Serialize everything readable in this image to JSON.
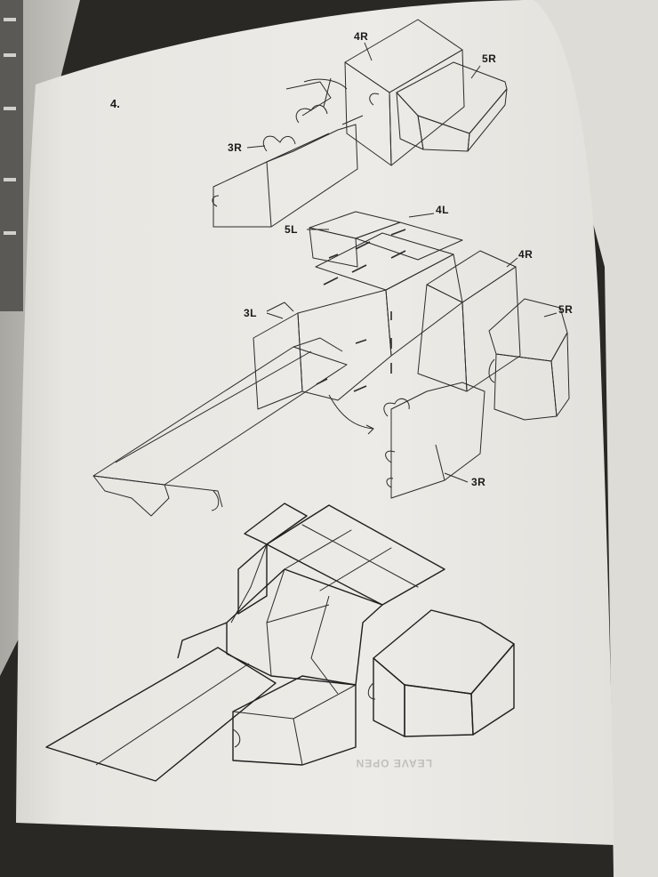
{
  "step_number": "4.",
  "labels": {
    "top_4r": "4R",
    "top_5r": "5R",
    "top_3r": "3R",
    "mid_5l": "5L",
    "mid_4l": "4L",
    "mid_4r": "4R",
    "mid_5r": "5R",
    "mid_3l": "3L",
    "mid_3r": "3R"
  },
  "bleed_through_text": "LEAVE OPEN",
  "colors": {
    "page": "#eae8e4",
    "ink": "#2b2b2b",
    "background": "#2a2824"
  }
}
